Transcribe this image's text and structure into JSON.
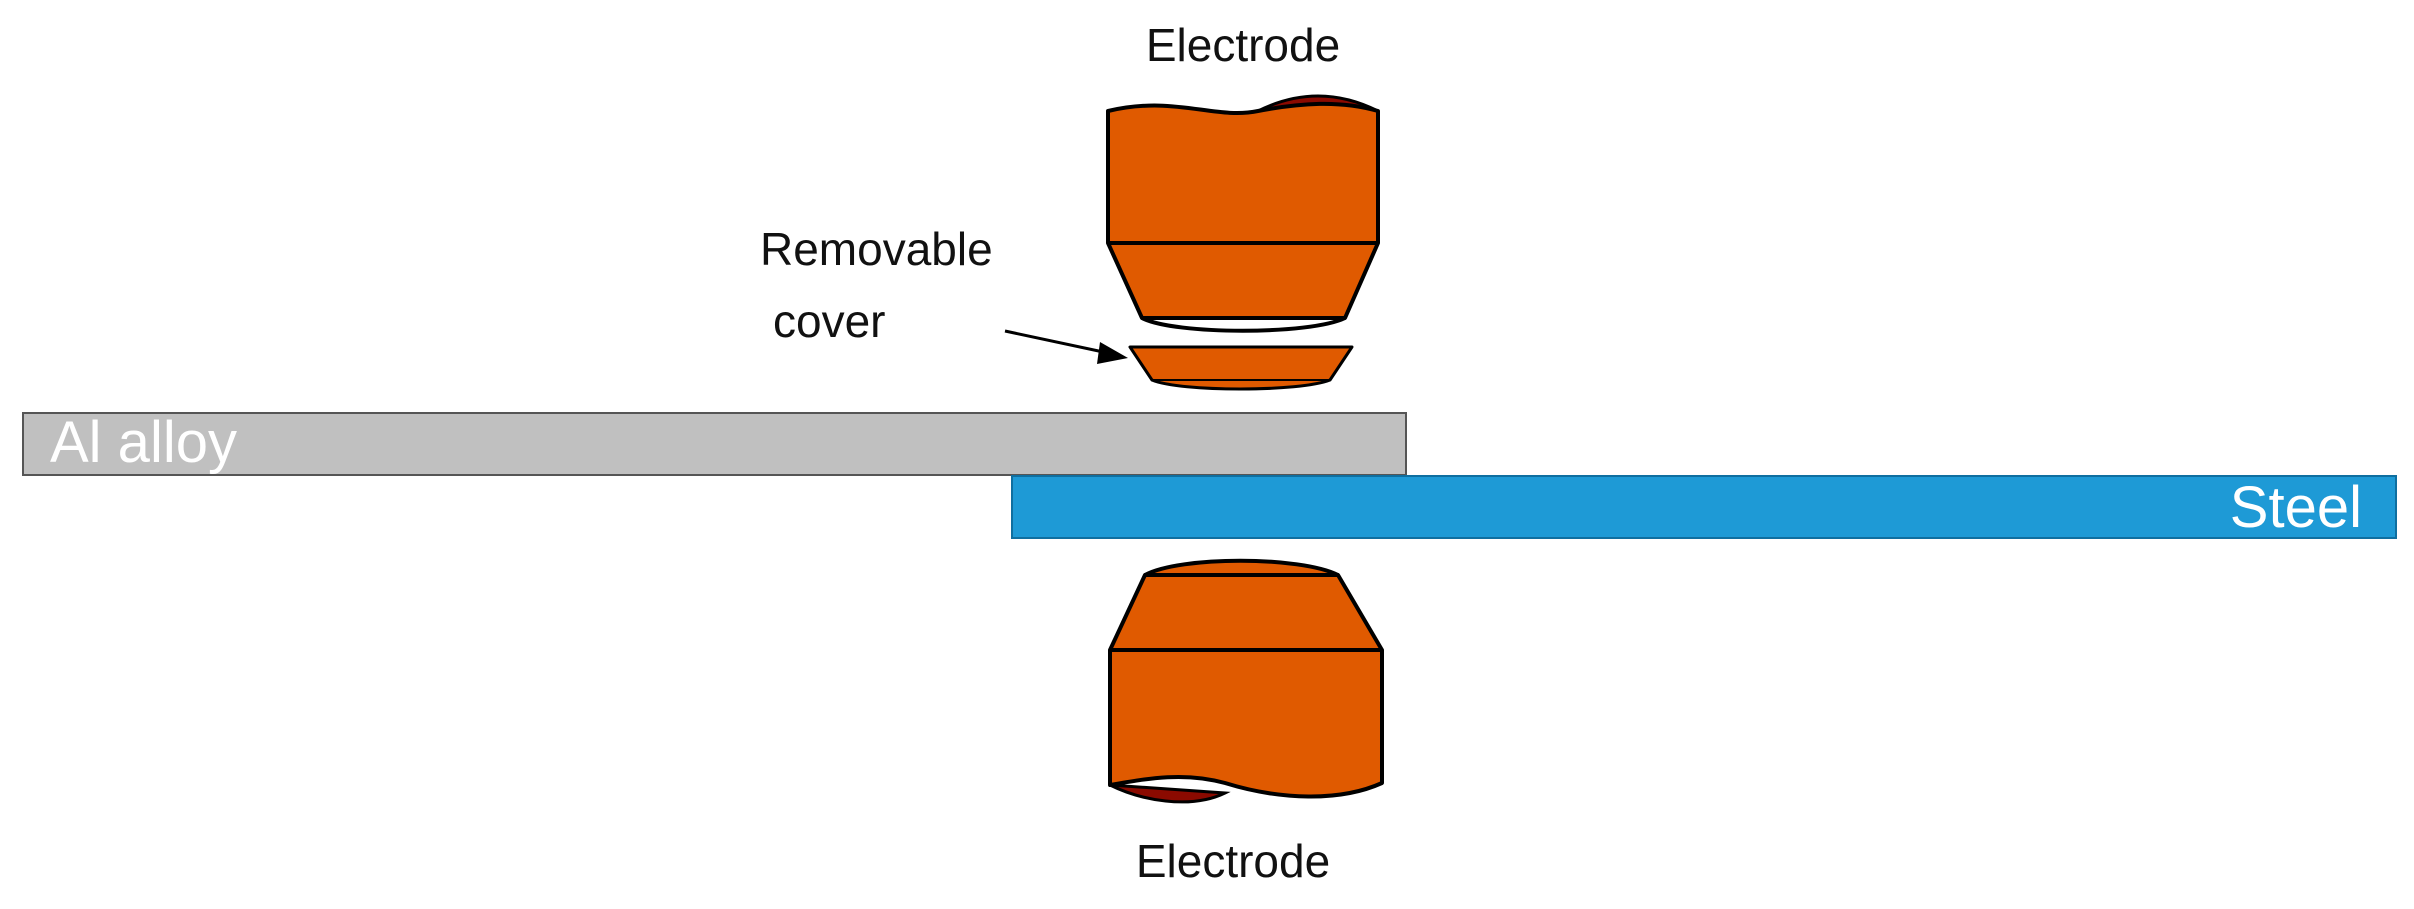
{
  "labels": {
    "electrode_top": "Electrode",
    "electrode_bottom": "Electrode",
    "cover_line1": "Removable",
    "cover_line2": "cover",
    "al_alloy": "Al alloy",
    "steel": "Steel"
  },
  "colors": {
    "electrode": "#E05A00",
    "electrode_shadow": "#8B0A00",
    "al_alloy": "#C0C0C0",
    "steel": "#1E9AD6",
    "outline": "#000000",
    "text_dark": "#111111",
    "text_light": "#ffffff"
  }
}
